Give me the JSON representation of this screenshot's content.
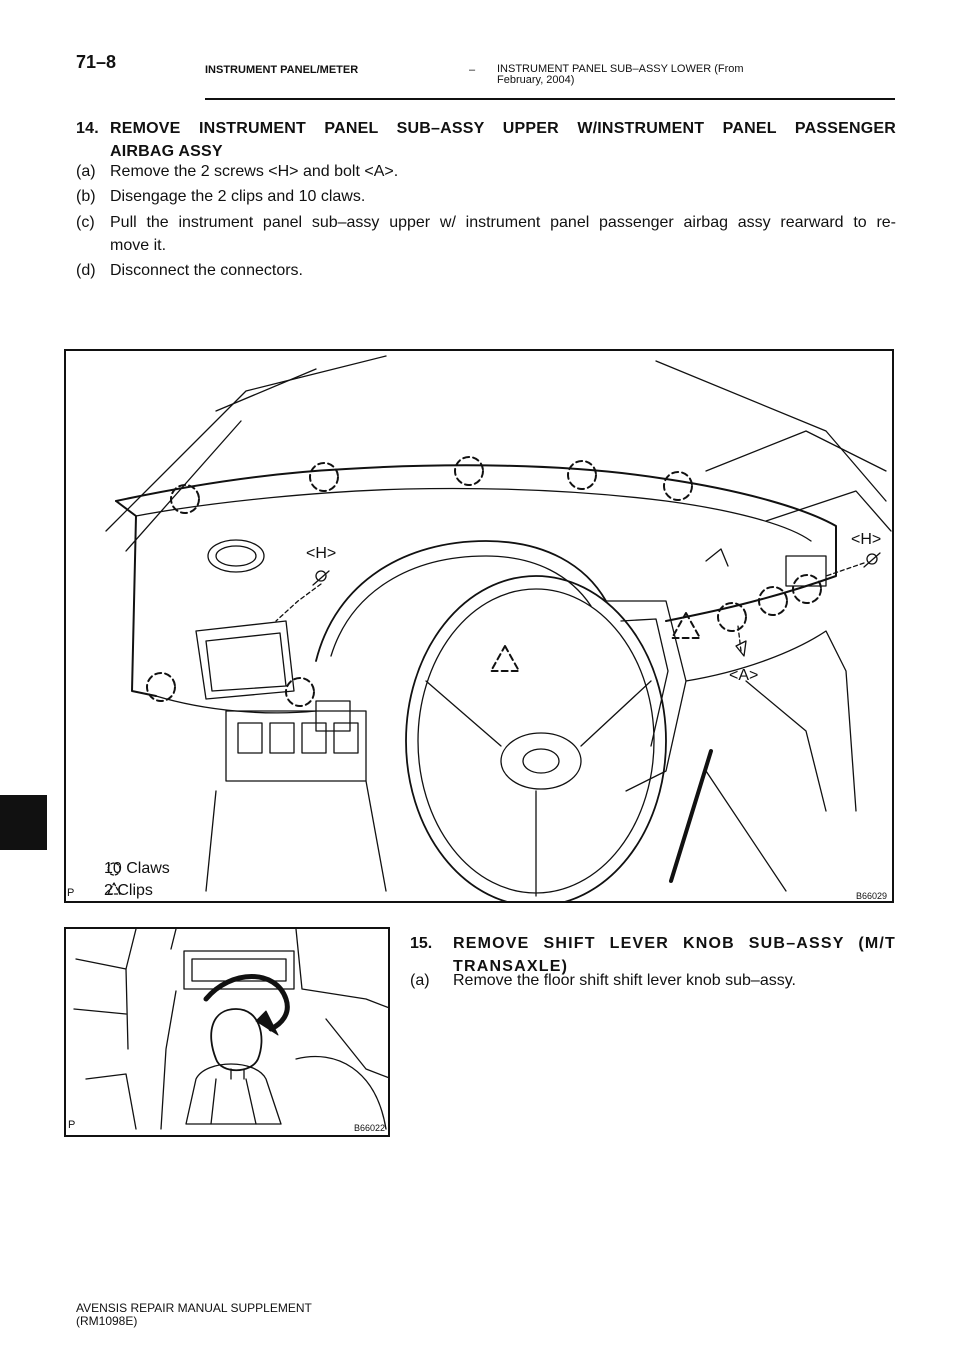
{
  "header": {
    "page_number": "71–8",
    "section": "INSTRUMENT PANEL/METER",
    "separator": "–",
    "subsection_line1": "INSTRUMENT PANEL SUB–ASSY LOWER (From",
    "subsection_line2": "February, 2004)"
  },
  "step14": {
    "number": "14.",
    "title_line1": "REMOVE INSTRUMENT PANEL SUB–ASSY UPPER W/INSTRUMENT PANEL PASSENGER",
    "title_line2": "AIRBAG ASSY",
    "sub_a_label": "(a)",
    "sub_a_text": "Remove the 2 screws <H> and bolt <A>.",
    "sub_b_label": "(b)",
    "sub_b_text": "Disengage the 2 clips and 10 claws.",
    "sub_c_label": "(c)",
    "sub_c_text_line1": "Pull the instrument panel sub–assy upper w/ instrument panel passenger airbag assy rearward to re-",
    "sub_c_text_line2": "move it.",
    "sub_d_label": "(d)",
    "sub_d_text": "Disconnect the connectors."
  },
  "figure1": {
    "callout_h_left": "<H>",
    "callout_h_right": "<H>",
    "callout_a": "<A>",
    "legend_claws": "10 Claws",
    "legend_clips": "2 Clips",
    "corner_mark": "P",
    "figure_id": "B66029"
  },
  "step15": {
    "number": "15.",
    "title_line1": "REMOVE SHIFT LEVER KNOB SUB–ASSY (M/T",
    "title_line2": "TRANSAXLE)",
    "sub_a_label": "(a)",
    "sub_a_text": "Remove the floor shift shift lever knob sub–assy."
  },
  "figure2": {
    "corner_mark": "P",
    "figure_id": "B66022"
  },
  "footer": {
    "line1": "AVENSIS REPAIR MANUAL SUPPLEMENT",
    "line2": "(RM1098E)"
  }
}
